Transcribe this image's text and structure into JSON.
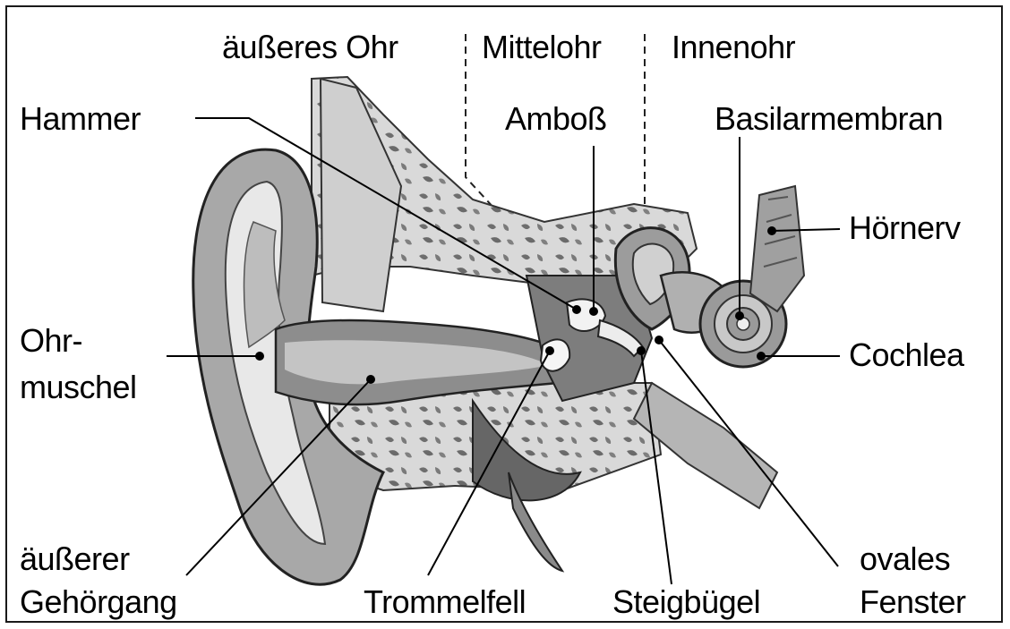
{
  "regions": {
    "outer_ear": "äußeres Ohr",
    "middle_ear": "Mittelohr",
    "inner_ear": "Innenohr"
  },
  "labels": {
    "hammer": "Hammer",
    "amboss": "Amboß",
    "basilarmembran": "Basilarmembran",
    "hoernerv": "Hörnerv",
    "ohrmuschel_1": "Ohr-",
    "ohrmuschel_2": "muschel",
    "cochlea": "Cochlea",
    "gehoergang_1": "äußerer",
    "gehoergang_2": "Gehörgang",
    "trommelfell": "Trommelfell",
    "steigbuegel": "Steigbügel",
    "fenster_1": "ovales",
    "fenster_2": "Fenster"
  }
}
